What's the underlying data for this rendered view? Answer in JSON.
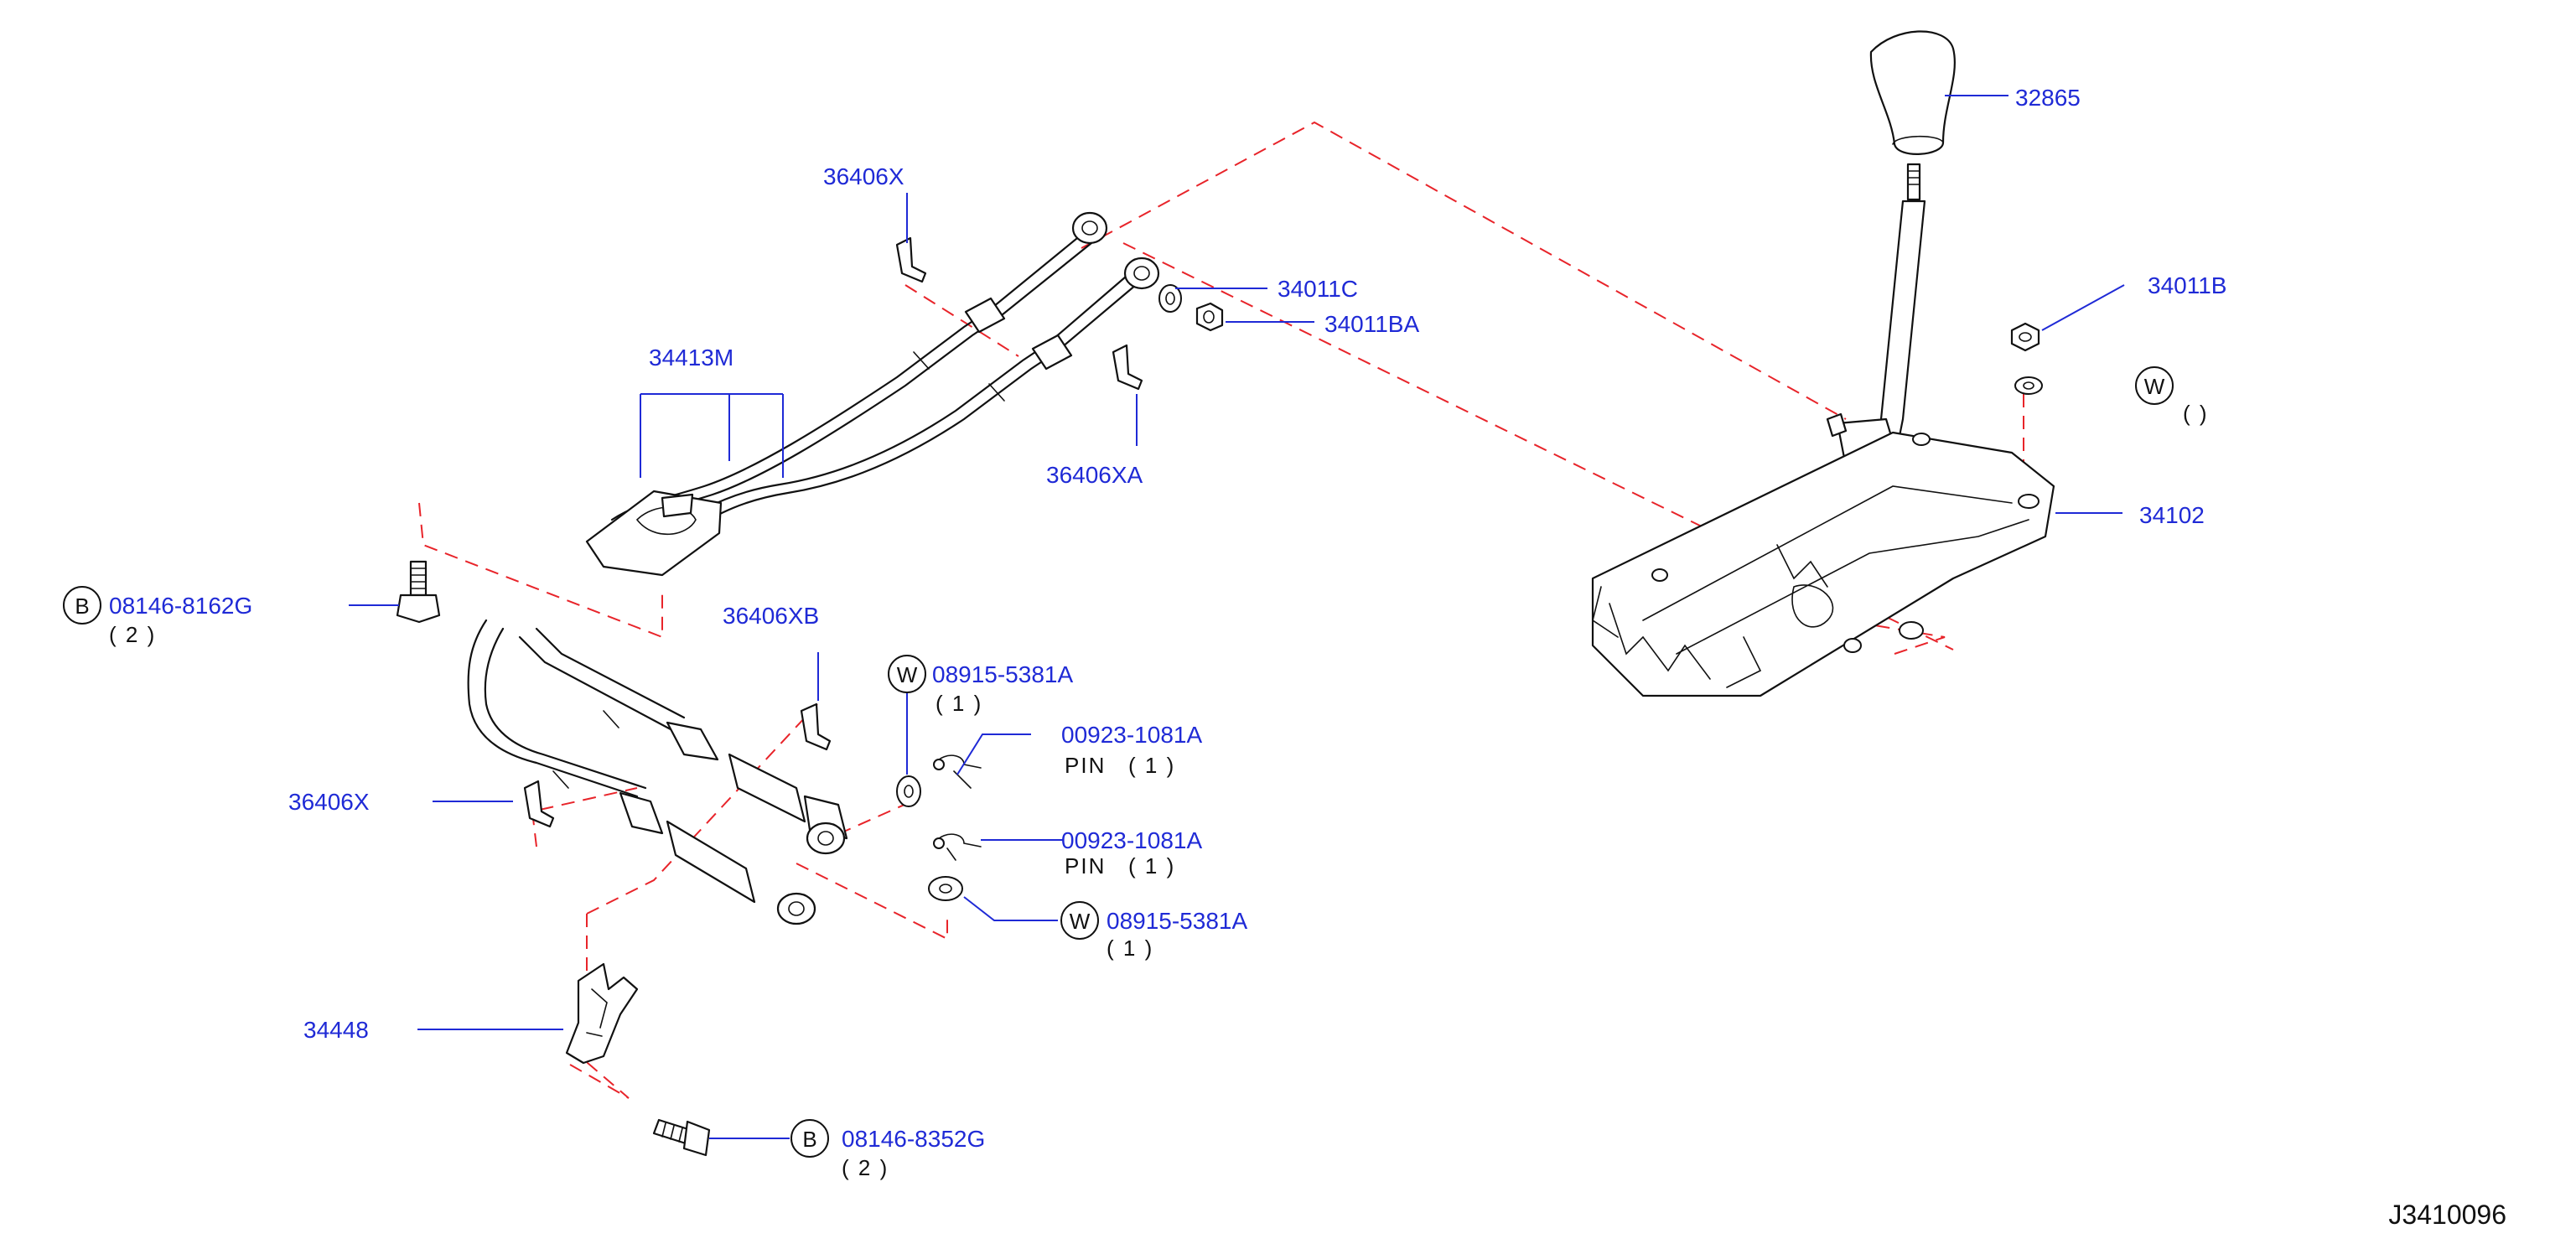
{
  "diagram_ref": "J3410096",
  "parts": {
    "p32865": "32865",
    "p34011B": "34011B",
    "p34102": "34102",
    "p36406X_top": "36406X",
    "p34011C": "34011C",
    "p34011BA": "34011BA",
    "p34413M": "34413M",
    "p36406XA": "36406XA",
    "p36406XB": "36406XB",
    "p36406X_left": "36406X",
    "p34448": "34448",
    "p00923_a": "00923-1081A",
    "p00923_b": "00923-1081A",
    "p08915_b": "08915-5381A",
    "p08915_a_partial": "08915-5381A",
    "p08146_top_partial": "08146-8162G",
    "p08146_bottom": "08146-8352G"
  },
  "notes": {
    "pin_a": "PIN",
    "pin_a_qty": "( 1 )",
    "pin_b": "PIN",
    "pin_b_qty": "( 1 )",
    "w_top_qty": "( 1 )",
    "w_bottom_qty": "( 1 )",
    "w_right_qty": "(    )",
    "b_top_qty": "( 2 )",
    "b_bottom_qty": "( 2 )"
  },
  "callouts": {
    "b": "B",
    "w": "W"
  }
}
